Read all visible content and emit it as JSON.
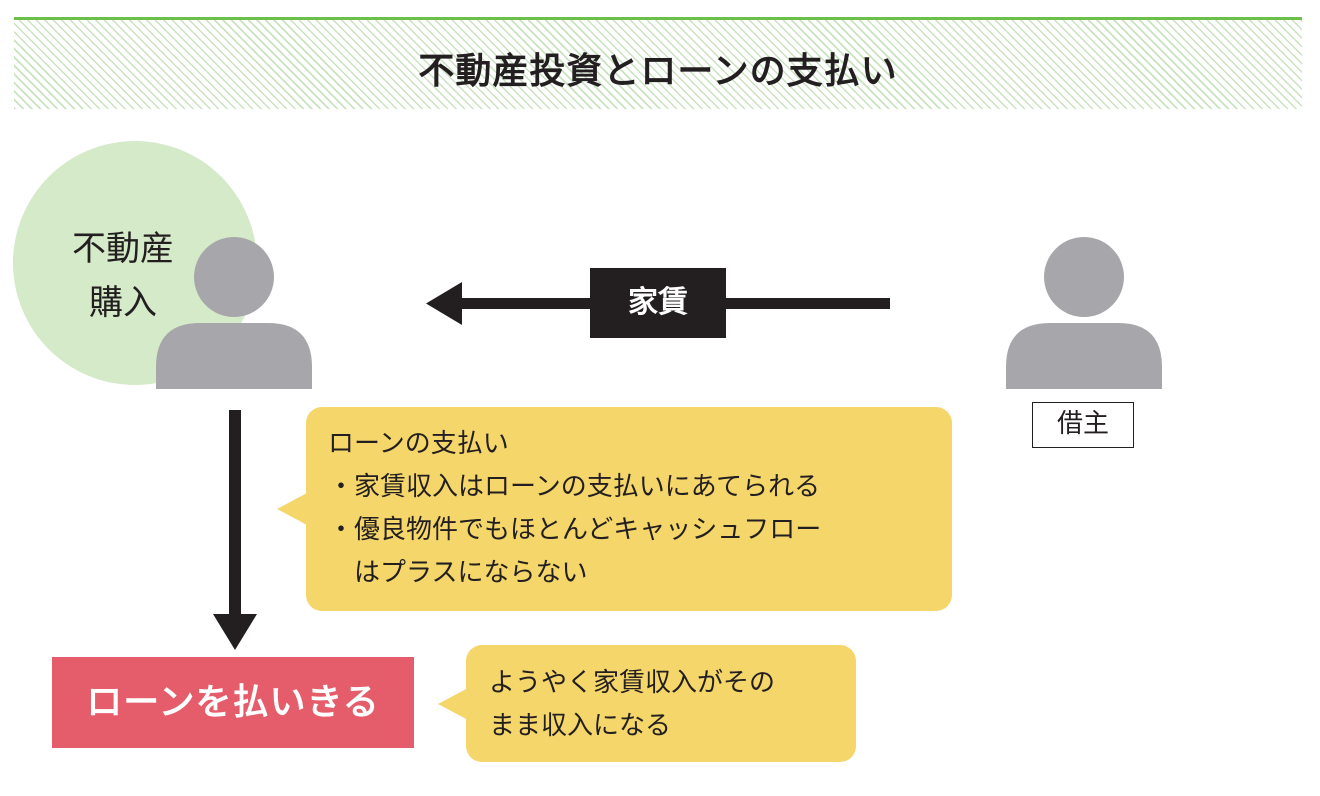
{
  "title": "不動産投資とローンの支払い",
  "purchase_circle": {
    "line1": "不動産",
    "line2": "購入"
  },
  "rent_label": "家賃",
  "tenant_label": "借主",
  "loan_bubble": {
    "heading": "ローンの支払い",
    "line1": "・家賃収入はローンの支払いにあてられる",
    "line2": "・優良物件でもほとんどキャッシュフロー",
    "line3": "　はプラスにならない"
  },
  "payoff_box": "ローンを払いきる",
  "result_bubble": {
    "line1": "ようやく家賃収入がその",
    "line2": "まま収入になる"
  },
  "colors": {
    "title_rule": "#6cc04a",
    "circle": "#d5eac9",
    "person": "#a7a6aa",
    "bubble": "#f5d66a",
    "payoff": "#e55d6b",
    "arrow": "#231f20"
  }
}
